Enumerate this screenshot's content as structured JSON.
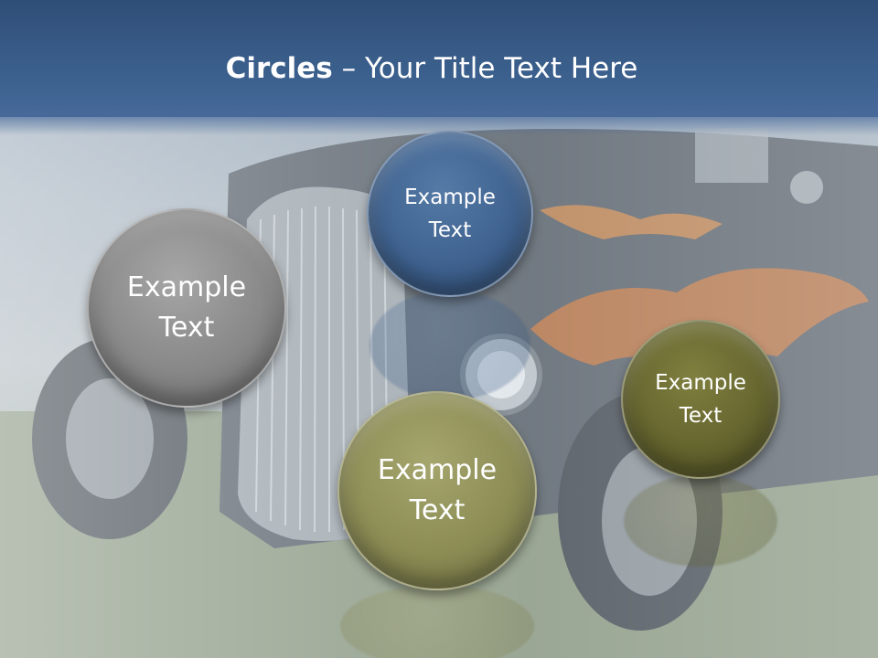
{
  "slide": {
    "title_bold": "Circles",
    "title_rest": " – Your Title Text Here"
  },
  "circles": [
    {
      "line1": "Example",
      "line2": "Text",
      "color": "#888888"
    },
    {
      "line1": "Example",
      "line2": "Text",
      "color": "#3f628f"
    },
    {
      "line1": "Example",
      "line2": "Text",
      "color": "#8c8c55"
    },
    {
      "line1": "Example",
      "line2": "Text",
      "color": "#65652f"
    }
  ],
  "colors": {
    "title_bar": "#3b5f8c",
    "title_text": "#ffffff"
  },
  "icons": [
    "hot-rod-car-photo"
  ]
}
